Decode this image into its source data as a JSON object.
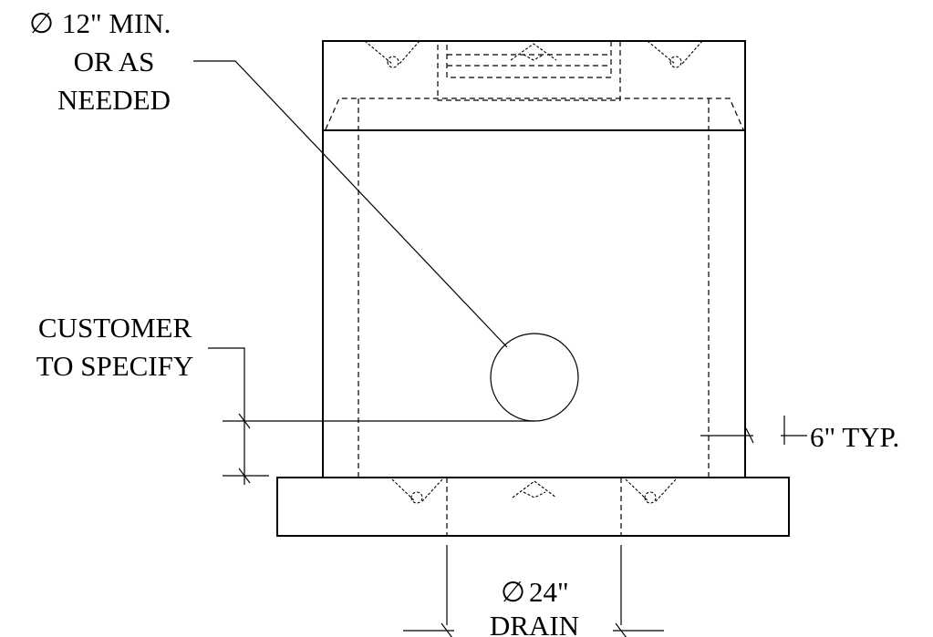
{
  "labels": {
    "top_pipe": {
      "symbol": "∅",
      "line1": "12\" MIN.",
      "line2": "OR AS",
      "line3": "NEEDED"
    },
    "customer": {
      "line1": "CUSTOMER",
      "line2": "TO SPECIFY"
    },
    "wall": "6\" TYP.",
    "drain": {
      "symbol": "∅",
      "line1": "24\"",
      "line2": "DRAIN"
    }
  }
}
